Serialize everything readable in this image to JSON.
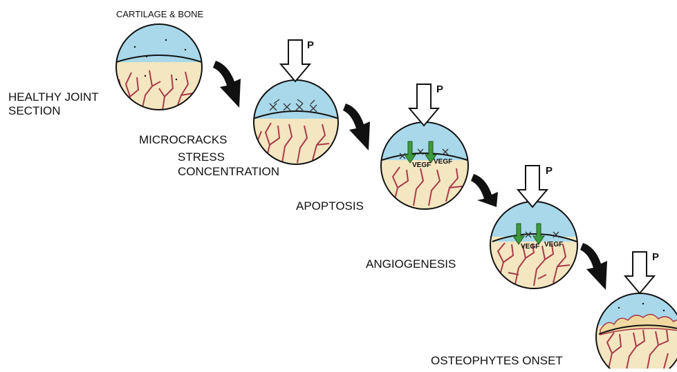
{
  "labels": {
    "top": "CARTILAGE & BONE",
    "healthy_line1": "HEALTHY JOINT",
    "healthy_line2": "SECTION",
    "microcracks": "MICROCRACKS",
    "stress": "STRESS",
    "concentration": "CONCENTRATION",
    "apoptosis": "APOPTOSIS",
    "angiogenesis": "ANGIOGENESIS",
    "osteophytes": "OSTEOPHYTES ONSET"
  },
  "pressure_label": "P",
  "vegf_label": "VEGF",
  "colors": {
    "cartilage": "#a8d8ea",
    "bone": "#f3e6c0",
    "vessel": "#a83a4a",
    "outline": "#111111",
    "vegf_arrow": "#3e9a3e"
  }
}
